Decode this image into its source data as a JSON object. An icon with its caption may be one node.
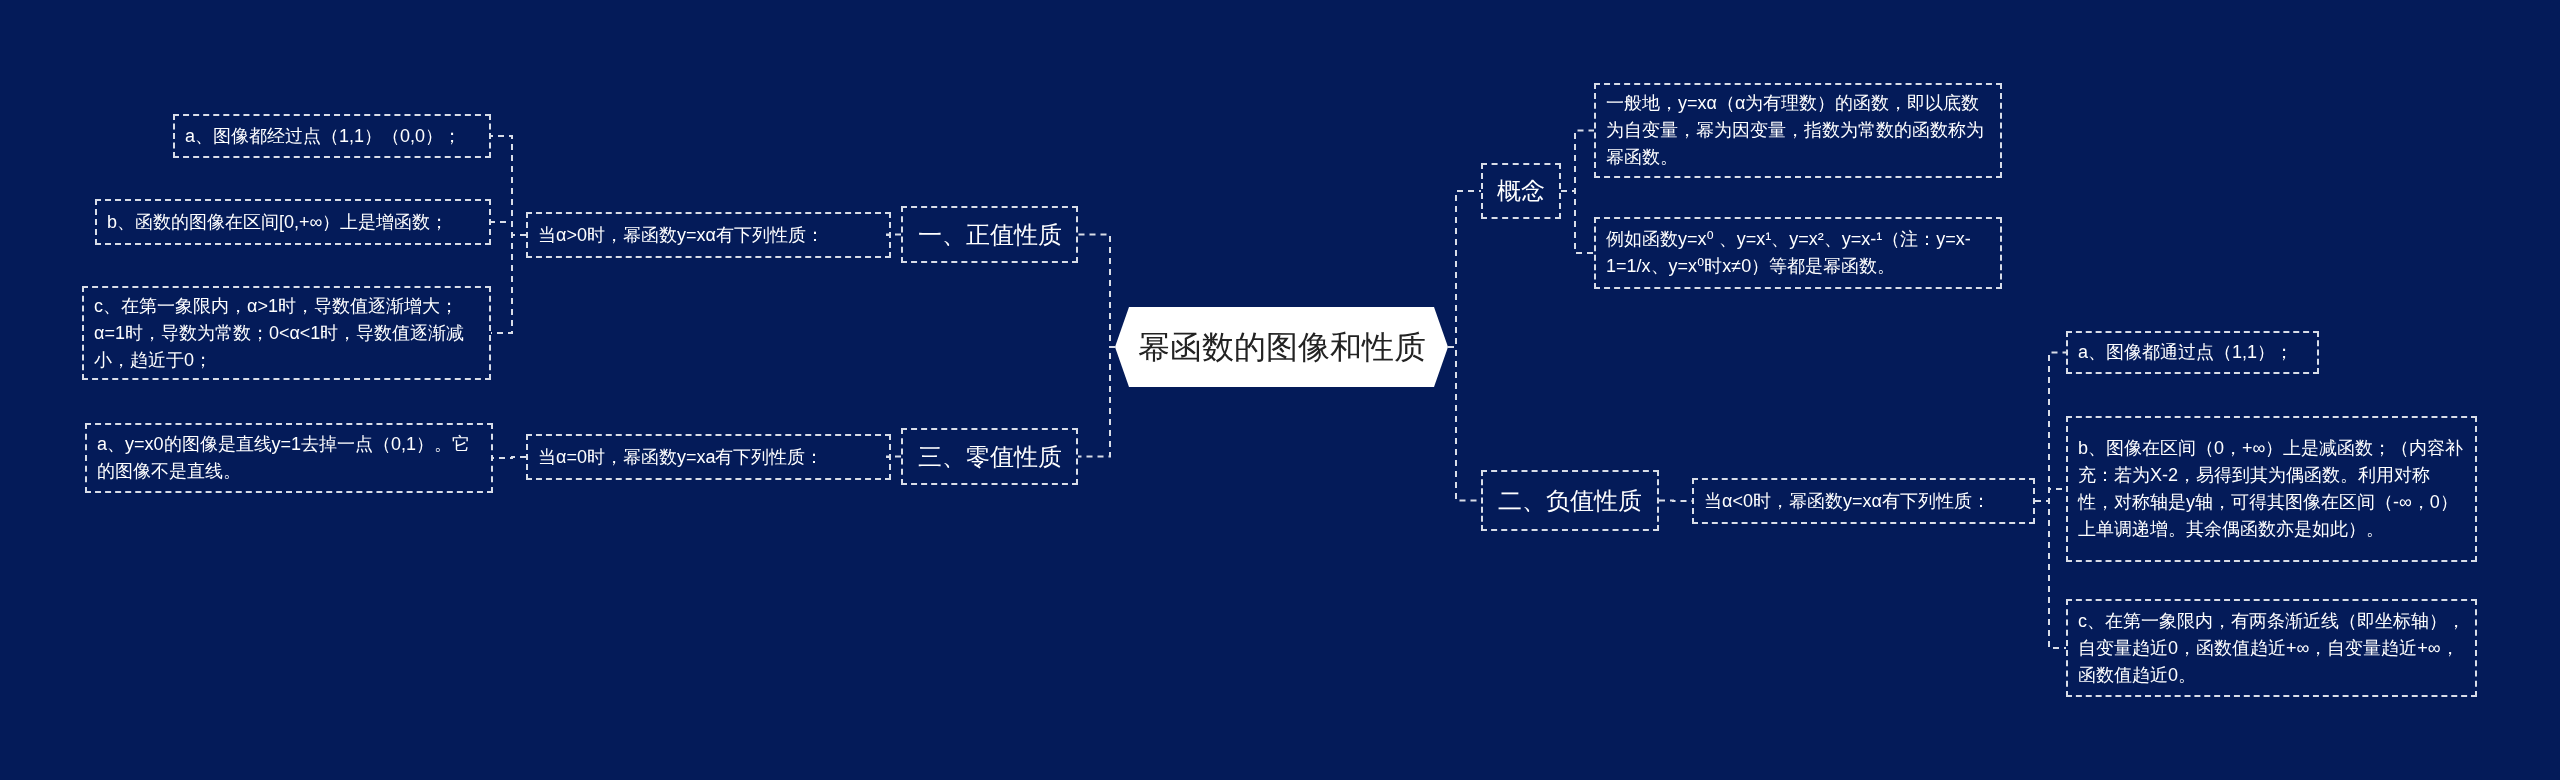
{
  "diagram": {
    "nodes": [
      {
        "text": [
          "幂函数的图像和性质"
        ]
      },
      {
        "text": [
          "一、正值性质"
        ]
      },
      {
        "text": [
          "当α>0时，幂函数y=xα有下列性质："
        ]
      },
      {
        "text": [
          "a、图像都经过点（1,1）（0,0）；"
        ]
      },
      {
        "text": [
          "b、函数的图像在区间[0,+∞）上是增函数；"
        ]
      },
      {
        "text": [
          "c、在第一象限内，α>1时，导数值逐渐增大；α=1时，导数为常数；0<α<1时，导数值逐渐减小，趋近于0；"
        ]
      },
      {
        "text": [
          "三、零值性质"
        ]
      },
      {
        "text": [
          "当α=0时，幂函数y=xa有下列性质："
        ]
      },
      {
        "text": [
          "a、y=x0的图像是直线y=1去掉一点（0,1）。它的图像不是直线。"
        ]
      },
      {
        "text": [
          "概念"
        ]
      },
      {
        "text": [
          "一般地，y=xα（α为有理数）的函数，即以底数为自变量，幂为因变量，指数为常数的函数称为幂函数。"
        ]
      },
      {
        "text": [
          "例如函数y=x⁰ 、y=x¹、y=x²、y=x-¹（注：y=x-1=1/x、y=x⁰时x≠0）等都是幂函数。"
        ]
      },
      {
        "text": [
          "二、负值性质"
        ]
      },
      {
        "text": [
          "当α<0时，幂函数y=xα有下列性质："
        ]
      },
      {
        "text": [
          "a、图像都通过点（1,1）；"
        ]
      },
      {
        "text": [
          "b、图像在区间（0，+∞）上是减函数；（内容补充：若为X-2，易得到其为偶函数。利用对称性，对称轴是y轴，可得其图像在区间（-∞，0）上单调递增。其余偶函数亦是如此）。"
        ]
      },
      {
        "text": [
          "c、在第一象限内，有两条渐近线（即坐标轴），自变量趋近0，函数值趋近+∞，自变量趋近+∞，函数值趋近0。"
        ]
      }
    ],
    "edges": [
      {
        "from": 0,
        "to": 1,
        "arrow": "none"
      },
      {
        "from": 1,
        "to": 2,
        "arrow": "none"
      },
      {
        "from": 2,
        "to": 3,
        "arrow": "none"
      },
      {
        "from": 2,
        "to": 4,
        "arrow": "none"
      },
      {
        "from": 2,
        "to": 5,
        "arrow": "none"
      },
      {
        "from": 0,
        "to": 6,
        "arrow": "none"
      },
      {
        "from": 6,
        "to": 7,
        "arrow": "none"
      },
      {
        "from": 7,
        "to": 8,
        "arrow": "none"
      },
      {
        "from": 0,
        "to": 9,
        "arrow": "none"
      },
      {
        "from": 9,
        "to": 10,
        "arrow": "none"
      },
      {
        "from": 9,
        "to": 11,
        "arrow": "none"
      },
      {
        "from": 0,
        "to": 12,
        "arrow": "none"
      },
      {
        "from": 12,
        "to": 13,
        "arrow": "none"
      },
      {
        "from": 13,
        "to": 14,
        "arrow": "none"
      },
      {
        "from": 13,
        "to": 15,
        "arrow": "none"
      },
      {
        "from": 13,
        "to": 16,
        "arrow": "none"
      }
    ]
  }
}
